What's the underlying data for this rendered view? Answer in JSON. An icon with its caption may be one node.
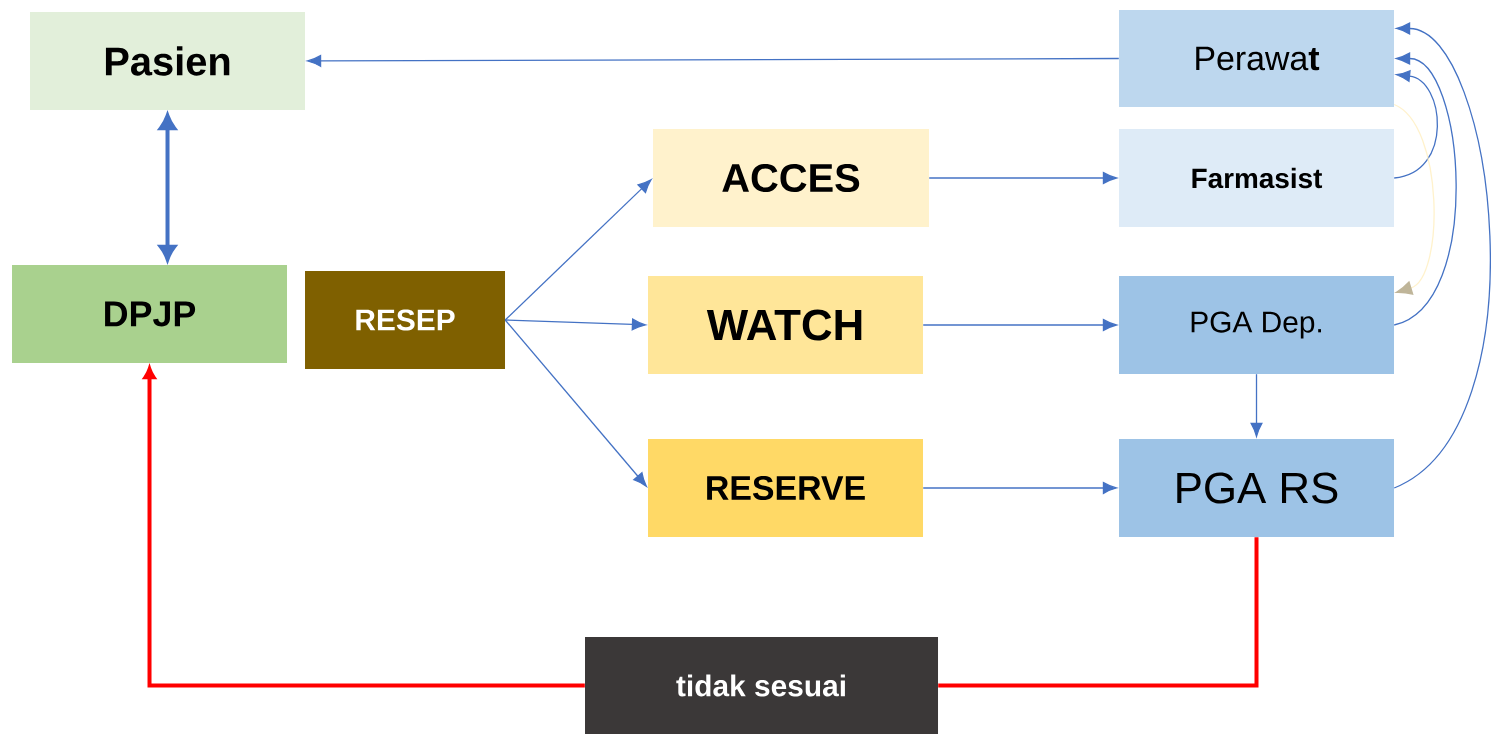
{
  "diagram": {
    "nodes": [
      {
        "text": [
          "Pasien"
        ]
      },
      {
        "text": [
          "Perawa**t**"
        ]
      },
      {
        "text": [
          "ACCES"
        ]
      },
      {
        "text": [
          "Farmasist"
        ]
      },
      {
        "text": [
          "DPJP"
        ]
      },
      {
        "text": [
          "RESEP"
        ]
      },
      {
        "text": [
          "WATCH"
        ]
      },
      {
        "text": [
          "PGA Dep."
        ]
      },
      {
        "text": [
          "RESERVE"
        ]
      },
      {
        "text": [
          "PGA RS"
        ]
      },
      {
        "text": [
          "tidak sesuai"
        ]
      }
    ],
    "edges": [
      {
        "from": 1,
        "to": 0,
        "arrow": "to"
      },
      {
        "from": 0,
        "to": 4,
        "arrow": "both",
        "style": "thick"
      },
      {
        "from": 5,
        "to": 2,
        "arrow": "to"
      },
      {
        "from": 5,
        "to": 6,
        "arrow": "to"
      },
      {
        "from": 5,
        "to": 8,
        "arrow": "to"
      },
      {
        "from": 2,
        "to": 3,
        "arrow": "to"
      },
      {
        "from": 6,
        "to": 7,
        "arrow": "to"
      },
      {
        "from": 8,
        "to": 9,
        "arrow": "to"
      },
      {
        "from": 7,
        "to": 9,
        "arrow": "to"
      },
      {
        "from": 3,
        "to": 1,
        "arrow": "to"
      },
      {
        "from": 7,
        "to": 1,
        "arrow": "to"
      },
      {
        "from": 9,
        "to": 1,
        "arrow": "to"
      },
      {
        "from": 1,
        "to": 7,
        "arrow": "to",
        "color": "#fff2cc"
      },
      {
        "from": 9,
        "to": 10,
        "arrow": "none",
        "style": "thick",
        "color": "#ff0000"
      },
      {
        "from": 10,
        "to": 4,
        "arrow": "to",
        "style": "thick",
        "color": "#ff0000"
      }
    ]
  }
}
